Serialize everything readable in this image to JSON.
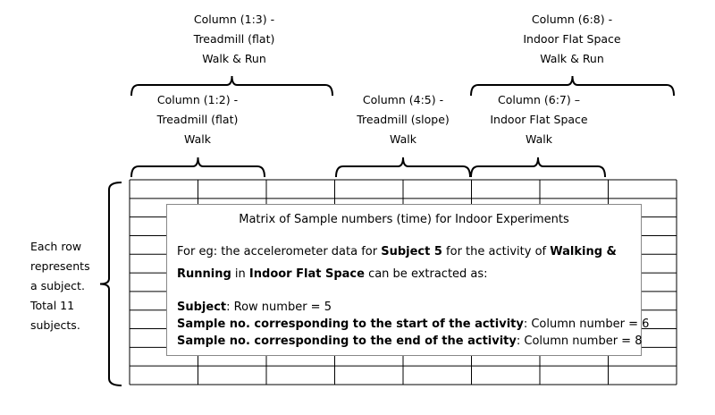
{
  "top_labels": [
    {
      "lines": [
        "Column (1:3) -",
        "Treadmill (flat)",
        "Walk & Run"
      ]
    },
    {
      "lines": [
        "Column (6:8) -",
        "Indoor Flat Space",
        "Walk & Run"
      ]
    },
    {
      "lines": [
        "Column (1:2) -",
        "Treadmill (flat)",
        "Walk"
      ]
    },
    {
      "lines": [
        "Column (4:5) -",
        "Treadmill (slope)",
        "Walk"
      ]
    },
    {
      "lines": [
        "Column (6:7) –",
        "Indoor Flat Space",
        "Walk"
      ]
    }
  ],
  "side_label": [
    "Each row",
    "represents",
    "a subject.",
    "Total 11",
    "subjects."
  ],
  "overlay": {
    "title": "Matrix of Sample numbers (time) for Indoor Experiments",
    "l1_a": "For eg: the accelerometer data for ",
    "l1_b": "Subject 5",
    "l1_c": " for the activity of ",
    "l1_d": "Walking &",
    "l2_a": "Running",
    "l2_b": " in ",
    "l2_c": "Indoor Flat Space",
    "l2_d": " can be extracted as:",
    "s1_a": "Subject",
    "s1_b": ": Row number = 5",
    "s2_a": "Sample no. corresponding to the start of the activity",
    "s2_b": ": Column number = 6",
    "s3_a": "Sample no. corresponding to the end of the activity",
    "s3_b": ": Column number = 8"
  },
  "matrix": {
    "rows": 11,
    "columns": 8
  },
  "colors": {
    "lines": "#000000",
    "overlay_border": "#888888"
  }
}
